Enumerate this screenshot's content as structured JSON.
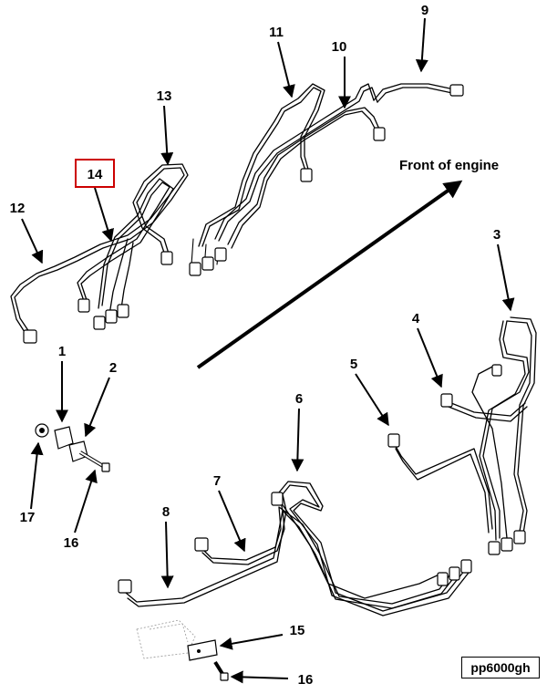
{
  "diagram": {
    "direction_label": "Front of engine",
    "reference_code": "pp6000gh",
    "highlighted_callout": "14",
    "callouts": [
      "1",
      "2",
      "3",
      "4",
      "5",
      "6",
      "7",
      "8",
      "9",
      "10",
      "11",
      "12",
      "13",
      "14",
      "15",
      "16",
      "16",
      "17"
    ]
  },
  "colors": {
    "line": "#000000",
    "highlight_box": "#cc0000",
    "background": "#ffffff"
  }
}
